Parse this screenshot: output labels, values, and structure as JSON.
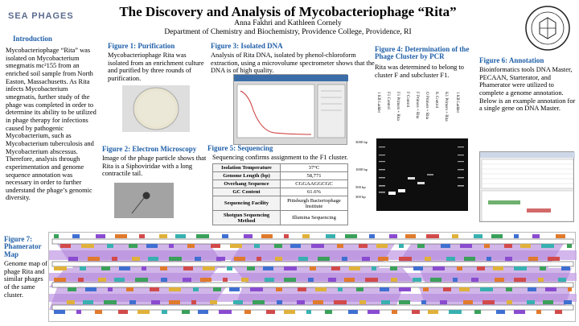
{
  "logo": {
    "text": "SEA PHAGES"
  },
  "header": {
    "title": "The Discovery and Analysis of Mycobacteriophage “Rita”",
    "authors": "Anna Fakhri and Kathleen Cornely",
    "affiliation": "Department of Chemistry and Biochemistry, Providence College, Providence, RI"
  },
  "intro": {
    "title": "Introduction",
    "text": "Mycobacteriophage “Rita” was isolated on Mycobacterium smegmatis mc²155 from an enriched soil sample from North Easton, Massachusetts. As Rita infects Mycobacterium smegmatis, further study of the phage was completed in order to determine its ability to be utilized in phage therapy for infections caused by pathogenic Mycobacterium, such as Mycobacterium tuberculosis and Mycobacterium abscessus. Therefore, analysis through experimentation and genome sequence annotation was necessary in order to further understand the phage’s genomic diversity."
  },
  "fig1": {
    "title": "Figure 1: Purification",
    "text": "Mycobacteriophage Rita was isolated from an enrichment culture and purified by three rounds of purification."
  },
  "fig2": {
    "title": "Figure 2: Electron Microscopy",
    "text": "Image of the phage particle shows that Rita is a Siphoviridae with a long contractile tail."
  },
  "fig3": {
    "title": "Figure 3: Isolated DNA",
    "text": "Analysis of Rita DNA, isolated by phenol-chloroform extraction, using a microvolume spectrometer shows that the DNA is of high quality."
  },
  "fig4": {
    "title": "Figure 4: Determination of the Phage Cluster by PCR",
    "text": "Rita was determined to belong to cluster F and subcluster F1.",
    "lanes": [
      "1 KB Ladder",
      "F1 Control",
      "F1 Primers + Rita",
      "F Control",
      "F Primers + Rita",
      "O Primers + Rita",
      "K Control",
      "K1 Primers + Rita",
      "1 KB Ladder"
    ],
    "markers": [
      "3000 bp",
      "1000 bp",
      "500 bp",
      "300 bp"
    ]
  },
  "fig5": {
    "title": "Figure 5: Sequencing",
    "text": "Sequencing confirms assignment to the F1 cluster.",
    "rows": [
      {
        "k": "Isolation Temperature",
        "v": "37°C"
      },
      {
        "k": "Genome Length (bp)",
        "v": "58,771"
      },
      {
        "k": "Overhang Sequence",
        "v": "CGGAAGGCGC"
      },
      {
        "k": "GC Content",
        "v": "61.6%"
      },
      {
        "k": "Sequencing Facility",
        "v": "Pittsburgh Bacteriophage Institute"
      },
      {
        "k": "Shotgun Sequencing Method",
        "v": "Illumina Sequencing"
      }
    ]
  },
  "fig6": {
    "title": "Figure 6: Annotation",
    "text": "Bioinformatics tools DNA Master, PECAAN, Starterator, and Phamerator were utilized to complete a genome annotation. Below is an example annotation for a single gene on DNA Master."
  },
  "fig7": {
    "title": "Figure 7: Phamerator Map",
    "text": "Genome map of phage Rita and similar phages of the same cluster."
  },
  "colors": {
    "accent": "#1f5fa8",
    "synteny": "#c9a6e8",
    "gene": "#3aa05a"
  }
}
